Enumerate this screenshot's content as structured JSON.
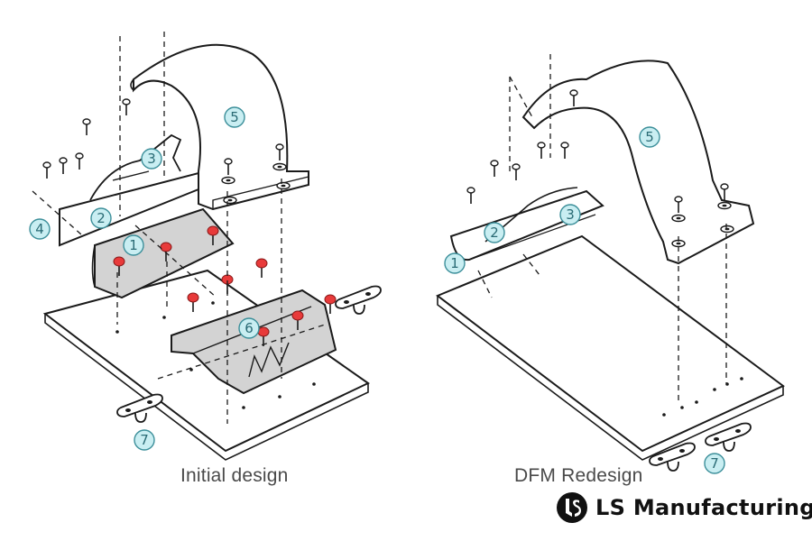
{
  "colors": {
    "line": "#1a1a1a",
    "bracket_fill": "#d3d3d3",
    "callout_fill": "#c9eef2",
    "callout_stroke": "#3c8f9a",
    "rivet_red": "#e83a3a",
    "brand": "#111111"
  },
  "initial": {
    "caption": "Initial design",
    "callouts": [
      "1",
      "2",
      "3",
      "4",
      "5",
      "6",
      "7"
    ]
  },
  "redesign": {
    "caption": "DFM Redesign",
    "callouts": [
      "1",
      "2",
      "3",
      "5",
      "7"
    ]
  },
  "brand": {
    "name": "LS Manufacturing",
    "logo_icon": "ls-logo-icon"
  }
}
